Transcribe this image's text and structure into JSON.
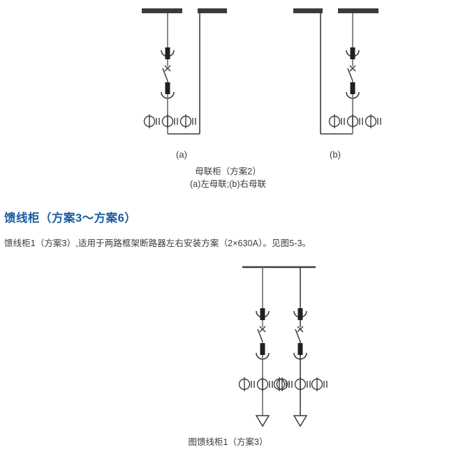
{
  "figure_bus_coupler": {
    "panels": [
      {
        "id": "a",
        "label": "(a)"
      },
      {
        "id": "b",
        "label": "(b)"
      }
    ],
    "caption_title": "母联柜（方案2）",
    "caption_sub": "(a)左母联;(b)右母联"
  },
  "section": {
    "heading": "馈线柜（方案3～方案6）",
    "paragraph": "馈线柜1（方案3）,适用于两路框架断路器左右安装方案（2×630A）。见图5-3。"
  },
  "figure_feeder": {
    "caption": "图馈线柜1（方案3）",
    "branches": 2
  },
  "colors": {
    "heading_blue": "#1a5b9e",
    "line": "#3f3a39",
    "busbar": "#3f3a39",
    "text": "#3a3a3a"
  },
  "symbols": {
    "busbar": "busbar-icon",
    "circuit_breaker": "circuit-breaker-icon",
    "disconnector": "disconnector-switch-icon",
    "current_transformer": "current-transformer-icon",
    "feeder_arrow": "feeder-arrow-icon"
  }
}
